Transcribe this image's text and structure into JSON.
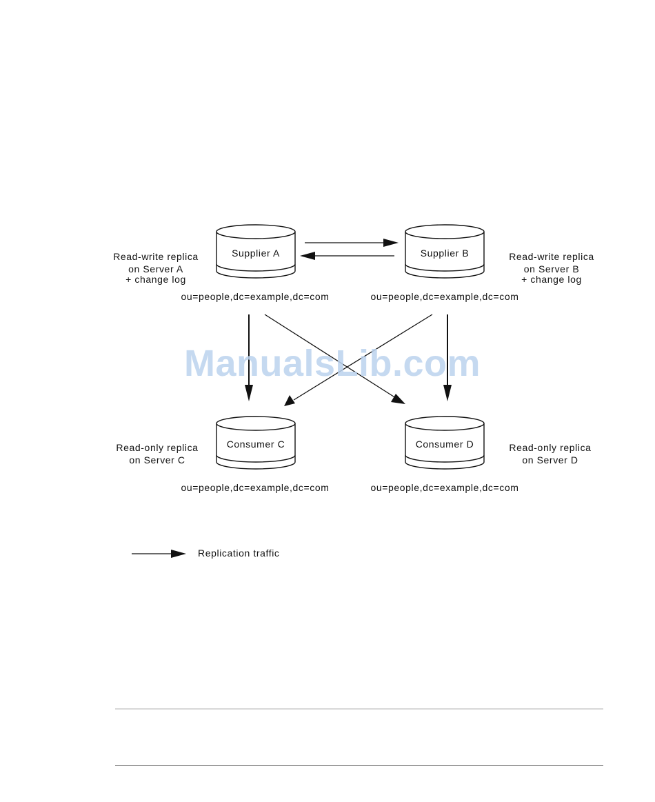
{
  "databases": {
    "supplier_a": {
      "name": "Supplier A",
      "suffix": "ou=people,dc=example,dc=com",
      "desc": [
        "Read-write replica",
        "on Server A",
        "+ change log"
      ]
    },
    "supplier_b": {
      "name": "Supplier B",
      "suffix": "ou=people,dc=example,dc=com",
      "desc": [
        "Read-write replica",
        "on Server B",
        "+ change log"
      ]
    },
    "consumer_c": {
      "name": "Consumer C",
      "suffix": "ou=people,dc=example,dc=com",
      "desc": [
        "Read-only replica",
        "on Server C"
      ]
    },
    "consumer_d": {
      "name": "Consumer D",
      "suffix": "ou=people,dc=example,dc=com",
      "desc": [
        "Read-only replica",
        "on Server D"
      ]
    }
  },
  "legend": {
    "label": "Replication traffic"
  },
  "watermark": "ManualsLib.com"
}
